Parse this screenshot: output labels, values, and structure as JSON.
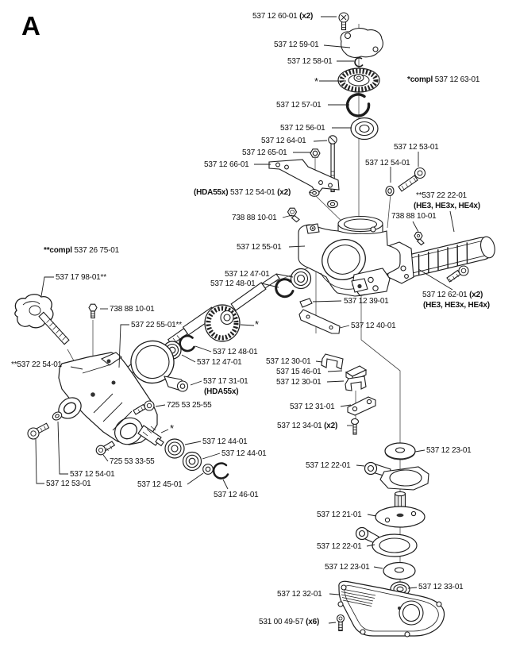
{
  "figure": {
    "section_label": "A"
  },
  "labels": [
    {
      "main": "537 12 60-01 ",
      "post": "(x2)"
    },
    {
      "main": "537 12 59-01"
    },
    {
      "main": "537 12 58-01"
    },
    {
      "main": "*"
    },
    {
      "pre": "*compl ",
      "main": "537 12 63-01"
    },
    {
      "main": "537 12 57-01"
    },
    {
      "main": "537 12 56-01"
    },
    {
      "main": "537 12 64-01"
    },
    {
      "main": "537 12 65-01"
    },
    {
      "main": "537 12 66-01"
    },
    {
      "main": "537 12 53-01"
    },
    {
      "main": "537 12 54-01"
    },
    {
      "pre": "(HDA55x) ",
      "main": "537 12 54-01 ",
      "post": "(x2)"
    },
    {
      "main": "**537 22 22-01"
    },
    {
      "pre": "(HE3, HE3x, HE4x)"
    },
    {
      "main": "738 88 10-01"
    },
    {
      "main": "738 88 10-01"
    },
    {
      "main": "537 12 55-01"
    },
    {
      "main": "537 12 47-01"
    },
    {
      "main": "537 12 48-01"
    },
    {
      "main": "537 12 39-01"
    },
    {
      "main": "537 12 40-01"
    },
    {
      "main": "537 12 62-01 ",
      "post": "(x2)"
    },
    {
      "pre": "(HE3, HE3x, HE4x)"
    },
    {
      "pre": "**compl ",
      "main": "537 26 75-01"
    },
    {
      "main": "537 17 98-01**"
    },
    {
      "main": "738 88 10-01"
    },
    {
      "main": "537 22 55-01**"
    },
    {
      "main": "**537 22 54-01"
    },
    {
      "main": "537 12 48-01"
    },
    {
      "main": "537 12 47-01"
    },
    {
      "main": "537 17 31-01"
    },
    {
      "pre": "(HDA55x)"
    },
    {
      "main": "725 53 25-55"
    },
    {
      "main": "*"
    },
    {
      "main": "537 12 44-01"
    },
    {
      "main": "537 12 44-01"
    },
    {
      "main": "725 53 33-55"
    },
    {
      "main": "537 12 54-01"
    },
    {
      "main": "537 12 53-01"
    },
    {
      "main": "537 12 45-01"
    },
    {
      "main": "537 12 46-01"
    },
    {
      "main": "537 12 30-01"
    },
    {
      "main": "537 15 46-01"
    },
    {
      "main": "537 12 30-01"
    },
    {
      "main": "537 12 31-01"
    },
    {
      "main": "537 12 34-01 ",
      "post": "(x2)"
    },
    {
      "main": "537 12 23-01"
    },
    {
      "main": "537 12 22-01"
    },
    {
      "main": "537 12 21-01"
    },
    {
      "main": "537 12 22-01"
    },
    {
      "main": "537 12 23-01"
    },
    {
      "main": "537 12 33-01"
    },
    {
      "main": "537 12 32-01"
    },
    {
      "main": "531 00 49-57 ",
      "post": "(x6)"
    },
    {
      "main": "*"
    }
  ]
}
